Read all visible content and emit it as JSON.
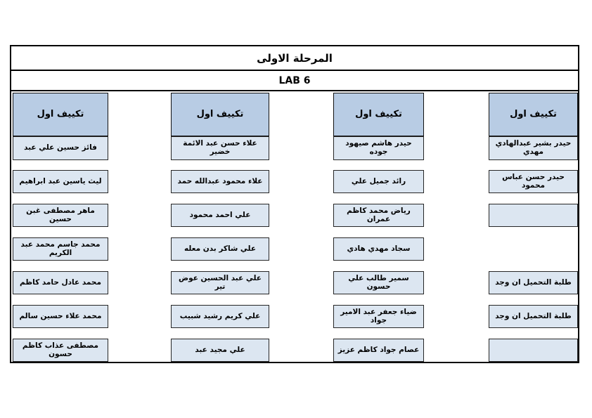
{
  "page": {
    "title_stage": "المرحلة الاولى",
    "lab": "LAB 6"
  },
  "colors": {
    "header_fill": "#B8CCE4",
    "row_fill": "#DCE6F1",
    "border": "#000000"
  },
  "columns": [
    {
      "header": "تكييف اول",
      "rows": [
        {
          "text": "فائز حسين علي عبد"
        },
        {
          "text": "ليث ياسين عبد ابراهيم"
        },
        {
          "text": "ماهر مصطفى غبن حسين"
        },
        {
          "text": "محمد جاسم محمد عبد الكريم"
        },
        {
          "text": "محمد عادل حامد كاظم"
        },
        {
          "text": "محمد علاء حسين سالم"
        },
        {
          "text": "مصطفى عذاب كاظم حسون"
        }
      ]
    },
    {
      "header": "تكييف اول",
      "rows": [
        {
          "text": "علاء حسن عبد الائمة خضير"
        },
        {
          "text": "علاء محمود عبدالله حمد"
        },
        {
          "text": "علي احمد محمود"
        },
        {
          "text": "علي شاكر بدن معله"
        },
        {
          "text": "علي عبد الحسين عوض تير"
        },
        {
          "text": "علي كريم رشيد شبيب"
        },
        {
          "text": "علي مجيد عبد"
        }
      ]
    },
    {
      "header": "تكييف اول",
      "rows": [
        {
          "text": "حيدر هاشم صيهود جوده"
        },
        {
          "text": "رائد جميل علي"
        },
        {
          "text": "رياض محمد كاظم عمران"
        },
        {
          "text": "سجاد مهدي هادي"
        },
        {
          "text": "سمير طالب علي حسون"
        },
        {
          "text": "ضياء جعفر عبد الامير جواد"
        },
        {
          "text": "عصام جواد كاظم عزيز"
        }
      ]
    },
    {
      "header": "تكييف اول",
      "rows": [
        {
          "text": "حيدر بشير عبدالهادي مهدي"
        },
        {
          "text": "حيدر حسن عباس محمود"
        },
        {
          "text": ""
        },
        {
          "text": "",
          "missing": true
        },
        {
          "text": "طلبة التحميل ان وجد"
        },
        {
          "text": "طلبة التحميل ان وجد"
        },
        {
          "text": ""
        }
      ]
    }
  ]
}
